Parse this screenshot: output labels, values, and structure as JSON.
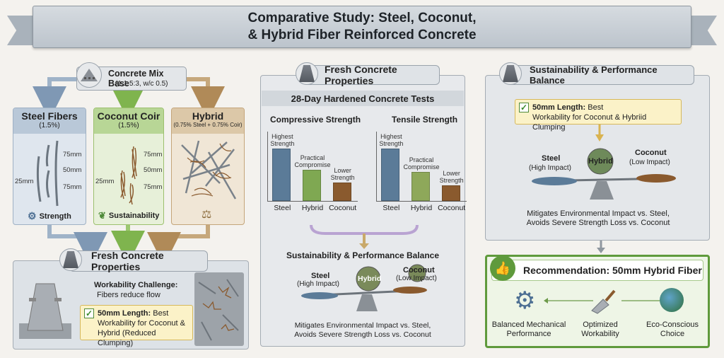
{
  "title": {
    "line1": "Comparative Study: Steel, Coconut,",
    "line2": "& Hybrid Fiber Reinforced Concrete"
  },
  "mix_base": {
    "title": "Concrete Mix Base",
    "subtitle": "(1:1.5:3, w/c 0.5)"
  },
  "fibers": {
    "steel": {
      "title": "Steel Fibers",
      "subtitle": "(1.5%)",
      "lengths": [
        "75mm",
        "50mm",
        "75mm"
      ],
      "short": "25mm",
      "footer": "Strength",
      "footer_icon": "gear-icon"
    },
    "coconut": {
      "title": "Coconut Coir",
      "subtitle": "(1.5%)",
      "lengths": [
        "75mm",
        "50mm",
        "75mm"
      ],
      "short": "25mm",
      "footer": "Sustainability",
      "footer_icon": "leaf-icon"
    },
    "hybrid": {
      "title": "Hybrid",
      "subtitle": "(0.75% Steel + 0.75% Coir)",
      "footer_icon": "scale-icon"
    }
  },
  "fresh_left": {
    "title": "Fresh Concrete Properties",
    "challenge_title": "Workability Challenge:",
    "challenge_text": "Fibers reduce flow",
    "callout_bold": "50mm Length:",
    "callout_rest1": " Best",
    "callout_line2": "Workability for Coconut &",
    "callout_line3": "Hybrid (Reduced Clumping)"
  },
  "middle": {
    "header": "Fresh Concrete Properties",
    "tests_title": "28-Day Hardened Concrete Tests",
    "balance_title": "Sustainability & Performance Balance",
    "balance_steel": "Steel",
    "balance_steel_sub": "(High Impact)",
    "balance_hybrid": "Hybrid",
    "balance_coconut": "Coconut",
    "balance_coconut_sub": "(Low Impact)",
    "balance_note1": "Mitigates Environmental Impact vs. Steel,",
    "balance_note2": "Avoids Severe Strength Loss vs. Coconut"
  },
  "chart_data": [
    {
      "type": "bar",
      "title": "Compressive Strength",
      "categories": [
        "Steel",
        "Hybrid",
        "Coconut"
      ],
      "values": [
        1.0,
        0.6,
        0.35
      ],
      "annotations": [
        "Highest Strength",
        "Practical Compromise",
        "Lower Strength"
      ],
      "colors": [
        "#5b7b98",
        "#7fa852",
        "#8a5a2e"
      ]
    },
    {
      "type": "bar",
      "title": "Tensile Strength",
      "categories": [
        "Steel",
        "Hybrid",
        "Coconut"
      ],
      "values": [
        1.0,
        0.55,
        0.3
      ],
      "annotations": [
        "Highest Strength",
        "Practical Compromise",
        "Lower Strength"
      ],
      "colors": [
        "#5b7b98",
        "#8ea85a",
        "#8a5a2e"
      ]
    }
  ],
  "right": {
    "header": "Sustainability & Performance Balance",
    "callout_bold": "50mm Length:",
    "callout_rest1": " Best",
    "callout_line2": "Workability for Coconut & Hybriid Clumping",
    "steel": "Steel",
    "steel_sub": "(High Impact)",
    "hybrid": "Hybrid",
    "coconut": "Coconut",
    "coconut_sub": "(Low Impact)",
    "note1": "Mitigates Environmental Impact vs. Steel,",
    "note2": "Avoids Severe Strength Loss vs. Coconut"
  },
  "recommendation": {
    "title": "Recommendation: 50mm Hybrid Fiber",
    "items": [
      {
        "line1": "Balanced Mechanical",
        "line2": "Performance",
        "icon": "gear-icon"
      },
      {
        "line1": "Optimized",
        "line2": "Workability",
        "icon": "trowel-icon"
      },
      {
        "line1": "Eco-Conscious",
        "line2": "Choice",
        "icon": "globe-icon"
      }
    ]
  },
  "colors": {
    "steel": "#5b7b98",
    "hybrid": "#7fa852",
    "coconut": "#8a5a2e",
    "green_border": "#5f9a3c",
    "callout": "#fbf2c8"
  }
}
